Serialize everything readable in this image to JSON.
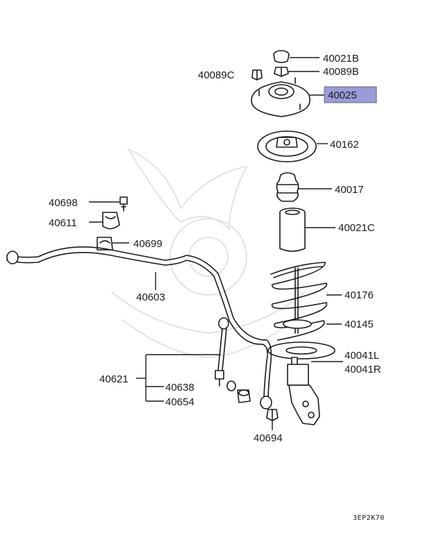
{
  "parts": {
    "p40021B": "40021B",
    "p40089B": "40089B",
    "p40089C": "40089C",
    "p40025": "40025",
    "p40162": "40162",
    "p40017": "40017",
    "p40021C": "40021C",
    "p40176": "40176",
    "p40145": "40145",
    "p40041L": "40041L",
    "p40041R": "40041R",
    "p40698": "40698",
    "p40611": "40611",
    "p40699": "40699",
    "p40603": "40603",
    "p40621": "40621",
    "p40638": "40638",
    "p40654": "40654",
    "p40694": "40694"
  },
  "highlight": {
    "part": "40025",
    "color": "#9b9bd9"
  },
  "diagram_code": "3EP2K70"
}
